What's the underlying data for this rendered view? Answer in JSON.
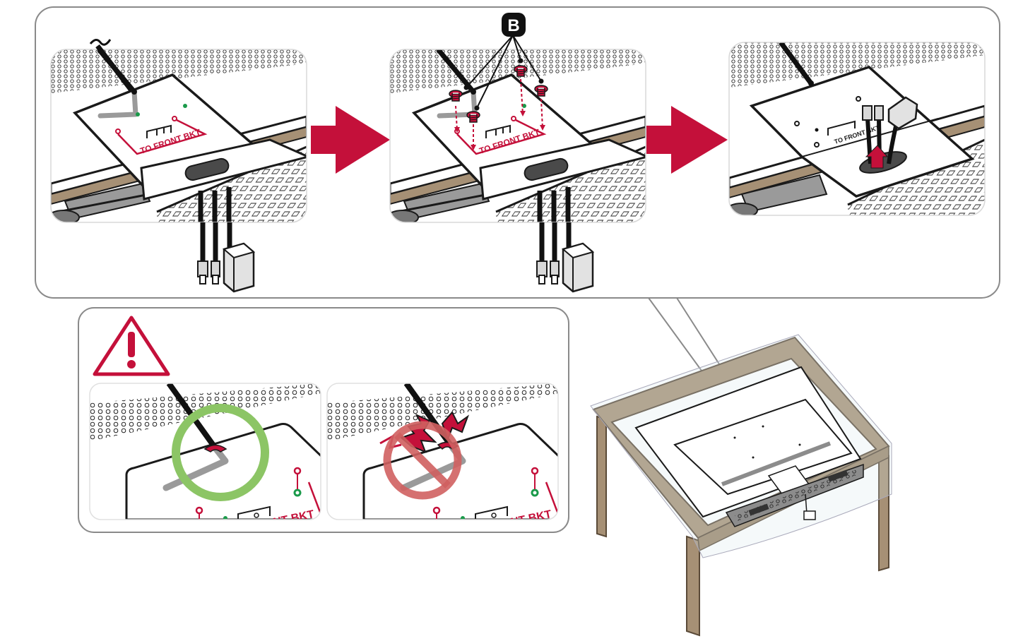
{
  "labels": {
    "bracket_text": "TO FRONT BKT",
    "bracket_text_cropped": "NT BKT",
    "part_callout": "B"
  },
  "colors": {
    "accent_red": "#c4103a",
    "ok_green": "#8cc565",
    "bad_red": "#d06060",
    "outline": "#1a1a1a",
    "panel_border": "#8a8a8a",
    "wood": "#a69075",
    "soundbar_gray": "#8c8c8c",
    "led_green": "#1a9a4a"
  },
  "icons": {
    "warning": "warning-triangle-icon",
    "correct": "ok-circle-icon",
    "incorrect": "prohibited-icon",
    "step_arrow": "step-arrow-right-icon"
  }
}
